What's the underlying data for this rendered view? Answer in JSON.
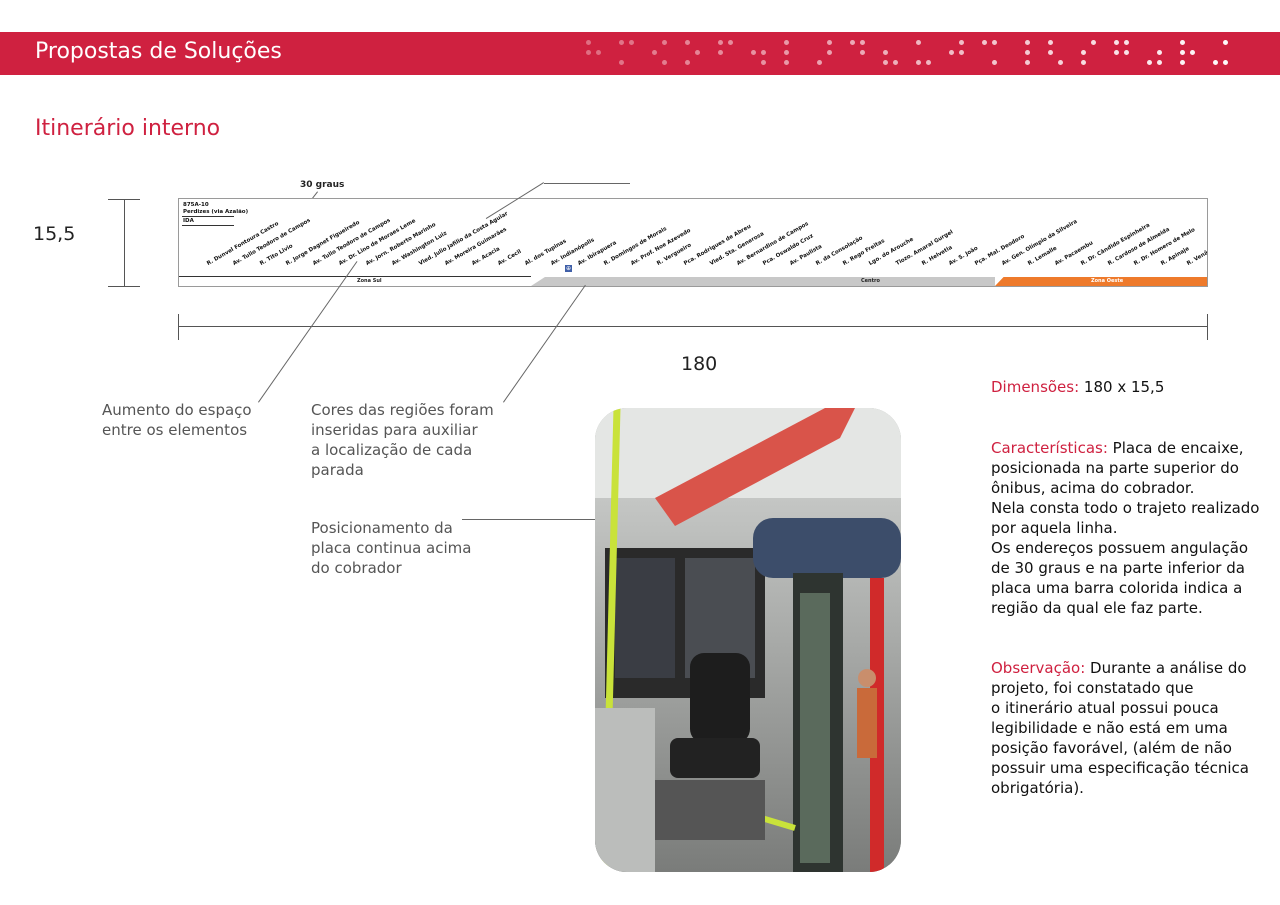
{
  "header": {
    "title": "Propostas de Soluções"
  },
  "section": {
    "title": "Itinerário interno"
  },
  "dimensions": {
    "height_label": "15,5",
    "width_label": "180",
    "angle_label": "30 graus"
  },
  "sign": {
    "line_code": "875A-10",
    "line_name": "Perdizes (via Azalão)",
    "direction": "IDA",
    "stops": [
      "R. Dunvel Fontoura Castro",
      "Av. Tulio Teodoro de Campos",
      "R. Tito Livio",
      "R. Jorge Dagnet Figueiredo",
      "Av. Tulio Teodoro de Campos",
      "Av. Dr. Lino de Moraes Leme",
      "Av. Jorn. Roberto Marinho",
      "Av. Washington Luiz",
      "Vied. Julio Jafilio da Costa Aguiar",
      "Av. Moreira Guimarães",
      "Av. Acacia",
      "Av. Cecil",
      "Al. dos Tupinas",
      "Av. Indianópolis",
      "Av. Ibirapuera",
      "R. Domingos de Morais",
      "Av. Prof. Noe Azevedo",
      "R. Vergueiro",
      "Pca. Rodrigues de Abreu",
      "Vied. Sta. Generosa",
      "Av. Bernardino de Campos",
      "Pca. Oswaldo Cruz",
      "Av. Paulista",
      "R. da Consolação",
      "R. Rego Freitas",
      "Lgo. do Arouche",
      "Tiozo. Amaral Gurgel",
      "R. Helvetia",
      "Av. S. João",
      "Pça. Mal. Deodoro",
      "Av. Gen. Olímpio da Silveira",
      "R. Lemalle",
      "Av. Pacaembu",
      "R. Dr. Cândido Espinheira",
      "R. Cardoso de Almeida",
      "R. Dr. Homero de Melo",
      "R. Apinaje",
      "R. Venâncio"
    ],
    "zones": [
      {
        "name": "Zona Sul",
        "color": "#ffffff"
      },
      {
        "name": "Centro",
        "color": "#c8c8c8"
      },
      {
        "name": "Zona Oeste",
        "color": "#ee7a2b"
      }
    ]
  },
  "notes": {
    "spacing": "Aumento do espaço\nentre os elementos",
    "colors": "Cores das regiões foram\ninseridas para auxiliar\na localização de cada\nparada",
    "position": "Posicionamento da\nplaca continua acima\ndo cobrador"
  },
  "info": {
    "dim_key": "Dimensões:",
    "dim_val": " 180 x 15,5",
    "char_key": "Características:",
    "char_val": " Placa de encaixe, posicionada na parte superior do ônibus, acima do cobrador.\nNela consta todo o trajeto realizado por aquela linha.\nOs endereços possuem angulação de 30 graus e na parte inferior da placa uma barra colorida indica a região da qual ele faz parte.",
    "obs_key": "Observação:",
    "obs_val": " Durante a análise do projeto, foi constatado que\no itinerário atual possui pouca legibilidade e não está em uma posição favorável, (além de não possuir uma especificação técnica obrigatória)."
  },
  "colors": {
    "brand": "#cf2140",
    "accent_orange": "#ee7a2b",
    "zone_gray": "#c8c8c8"
  }
}
